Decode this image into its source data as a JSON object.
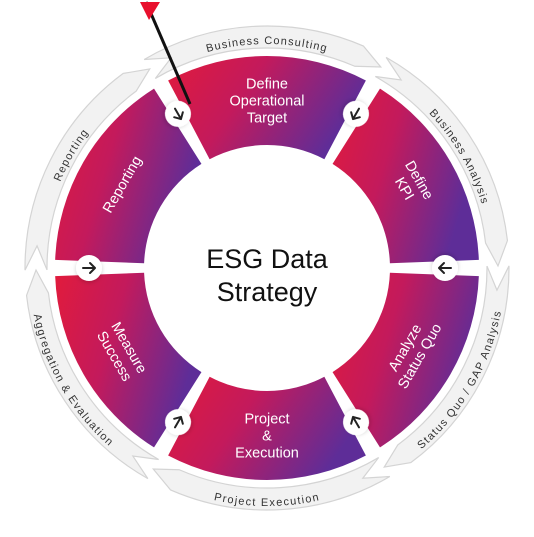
{
  "center": {
    "line1": "ESG Data",
    "line2": "Strategy"
  },
  "segments": [
    {
      "lines": [
        "Define",
        "Operational",
        "Target"
      ],
      "color": "#c01a62"
    },
    {
      "lines": [
        "Define",
        "KPI"
      ],
      "color": "#7d2a88"
    },
    {
      "lines": [
        "Analyze",
        "Status Quo"
      ],
      "color": "#6a2a92"
    },
    {
      "lines": [
        "Project",
        "&",
        "Execution"
      ],
      "color": "#bc1d5a"
    },
    {
      "lines": [
        "Measure",
        "Success"
      ],
      "color": "#dc1c40"
    },
    {
      "lines": [
        "Reporting"
      ],
      "color": "#df1a3e"
    }
  ],
  "outer_labels": [
    "Business Consulting",
    "Business Analysis",
    "Status Quo / GAP Analysis",
    "Project Execution",
    "Aggregation & Evaluation",
    "Reporting"
  ],
  "flag_color": "#e8102d",
  "colors": {
    "gradient_left": "#e11b3c",
    "gradient_right": "#5e2d98",
    "band": "#ebebeb"
  },
  "icons": [
    "arrow-icon",
    "flag-icon"
  ]
}
